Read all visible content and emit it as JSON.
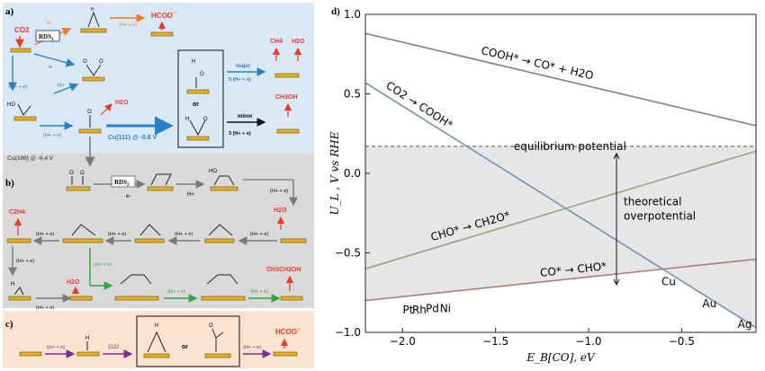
{
  "panels": {
    "a": "a)",
    "b": "b)",
    "c": "c)",
    "d": "d)"
  },
  "scheme_a": {
    "co2": "CO2",
    "e": "e-",
    "rds1": "RDS",
    "rds1_sub": "1",
    "h_plus_e": "(H+ + e)",
    "hcoo": "HCOO",
    "h_plus": "H+",
    "e2": "e-",
    "h2o": "H2O",
    "cu111": "Cu(111) @ -0.8 V",
    "major": "major",
    "major_steps": "5 (H+ + e)",
    "ch4": "CH4",
    "h2o_b": "H2O",
    "or": "or",
    "minor": "minor",
    "minor_steps": "3 (H+ + e)",
    "ch3oh": "CH3OH",
    "cu100": "Cu(100) @ -0.4 V"
  },
  "scheme_b": {
    "rds2": "RDS",
    "rds2_sub": "2",
    "e": "e-",
    "h_plus": "H+",
    "h_plus_e": "(H+ + e)",
    "c2h4": "C2H4",
    "h2o": "H2O",
    "ch3ch2oh": "CH3CH2OH"
  },
  "scheme_c": {
    "h_plus_e": "(H+ + e)",
    "co2": "CO2",
    "or": "or",
    "hcoo": "HCOO"
  },
  "colors": {
    "panel_a": "#dae8f5",
    "panel_b": "#d9d9d9",
    "panel_c": "#fbe3d0",
    "surface": "#e8b020",
    "red": "#e83a28",
    "orange": "#f07a20",
    "blue": "#2a7fc6",
    "green": "#2fa83a",
    "purple": "#7d2c92",
    "gray": "#7a7a7a"
  },
  "chart_data": {
    "type": "line",
    "xlabel": "E_B[CO], eV",
    "ylabel": "U_L , V vs RHE",
    "xlim": [
      -2.2,
      -0.1
    ],
    "ylim": [
      -1.0,
      1.0
    ],
    "xticks": [
      "−2.0",
      "−1.5",
      "−1.0",
      "−0.5"
    ],
    "xtick_values": [
      -2.0,
      -1.5,
      -1.0,
      -0.5
    ],
    "yticks": [
      "1.0",
      "0.5",
      "0.0",
      "−0.5",
      "−1.0"
    ],
    "ytick_values": [
      1.0,
      0.5,
      0.0,
      -0.5,
      -1.0
    ],
    "equilibrium_potential": 0.17,
    "series": [
      {
        "name": "COOH* → CO* + H2O",
        "color": "#808080",
        "x": [
          -2.2,
          -0.1
        ],
        "y": [
          0.88,
          0.3
        ]
      },
      {
        "name": "CO2 → COOH*",
        "color": "#6f93b3",
        "x": [
          -2.2,
          -0.1
        ],
        "y": [
          0.57,
          -0.97
        ]
      },
      {
        "name": "CHO* → CH2O*",
        "color": "#9aa27c",
        "x": [
          -2.2,
          -0.1
        ],
        "y": [
          -0.6,
          0.14
        ]
      },
      {
        "name": "CO* → CHO*",
        "color": "#b07a80",
        "x": [
          -2.2,
          -0.1
        ],
        "y": [
          -0.8,
          -0.54
        ]
      }
    ],
    "annotations": {
      "equilibrium": "equilibrium potential",
      "theoretical": "theoretical",
      "overpotential": "overpotential"
    },
    "metals": [
      {
        "name": "Pt",
        "x": -1.97,
        "y": -0.86
      },
      {
        "name": "Rh",
        "x": -1.91,
        "y": -0.86
      },
      {
        "name": "Pd",
        "x": -1.84,
        "y": -0.85
      },
      {
        "name": "Ni",
        "x": -1.77,
        "y": -0.85
      },
      {
        "name": "Cu",
        "x": -0.57,
        "y": -0.68
      },
      {
        "name": "Au",
        "x": -0.35,
        "y": -0.82
      },
      {
        "name": "Ag",
        "x": -0.16,
        "y": -0.95
      }
    ]
  }
}
